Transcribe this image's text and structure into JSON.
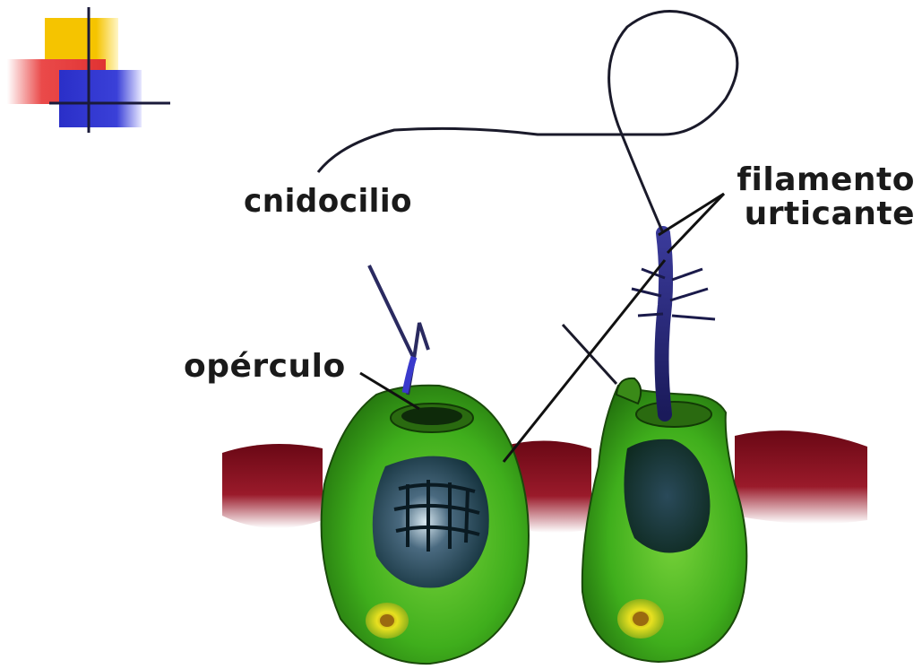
{
  "labels": {
    "cnidocilio": "cnidocilio",
    "filamento_line1": "filamento",
    "filamento_line2": "urticante",
    "operculo": "opérculo"
  },
  "colors": {
    "slide_yellow": "#f5c400",
    "slide_red": "#e83b3b",
    "slide_blue": "#2a2fc8",
    "tissue_red": "#8a1020",
    "cell_green": "#3fae1c",
    "thread_blue": "#2a2a7a"
  }
}
